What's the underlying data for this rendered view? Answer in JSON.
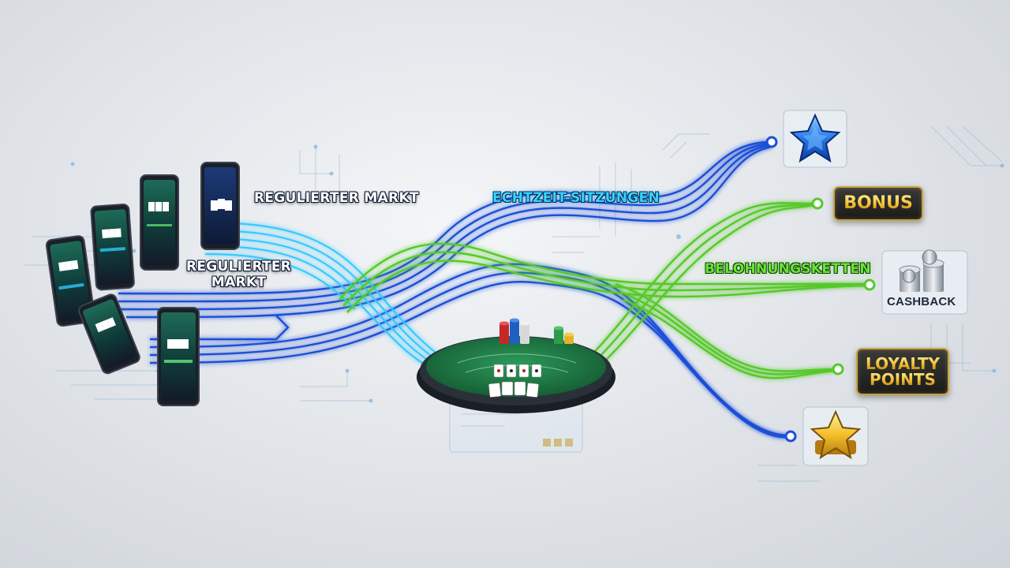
{
  "labels": {
    "regulated_market_top": "REGULIERTER MARKT",
    "regulated_market_left_line1": "REGULIERTER",
    "regulated_market_left_line2": "MARKT",
    "realtime_sessions": "ECHTZEIT-SITZUNGEN",
    "reward_chains": "BELOHNUNGSKETTEN"
  },
  "rewards": {
    "bonus": "BONUS",
    "cashback": "CASHBACK",
    "loyalty_line1": "LOYALTY",
    "loyalty_line2": "POINTS"
  },
  "icons": [
    "blue-star-icon",
    "coin-stack-icon",
    "gold-star-icon",
    "playing-cards-icon",
    "casino-chips-icon",
    "smartphone-icon"
  ],
  "colors": {
    "blue_flow": "#1b4fd6",
    "cyan_flow": "#2ec8ff",
    "green_flow": "#56c92b",
    "table_felt": "#1d7a45",
    "gold_accent": "#e8b62e"
  }
}
